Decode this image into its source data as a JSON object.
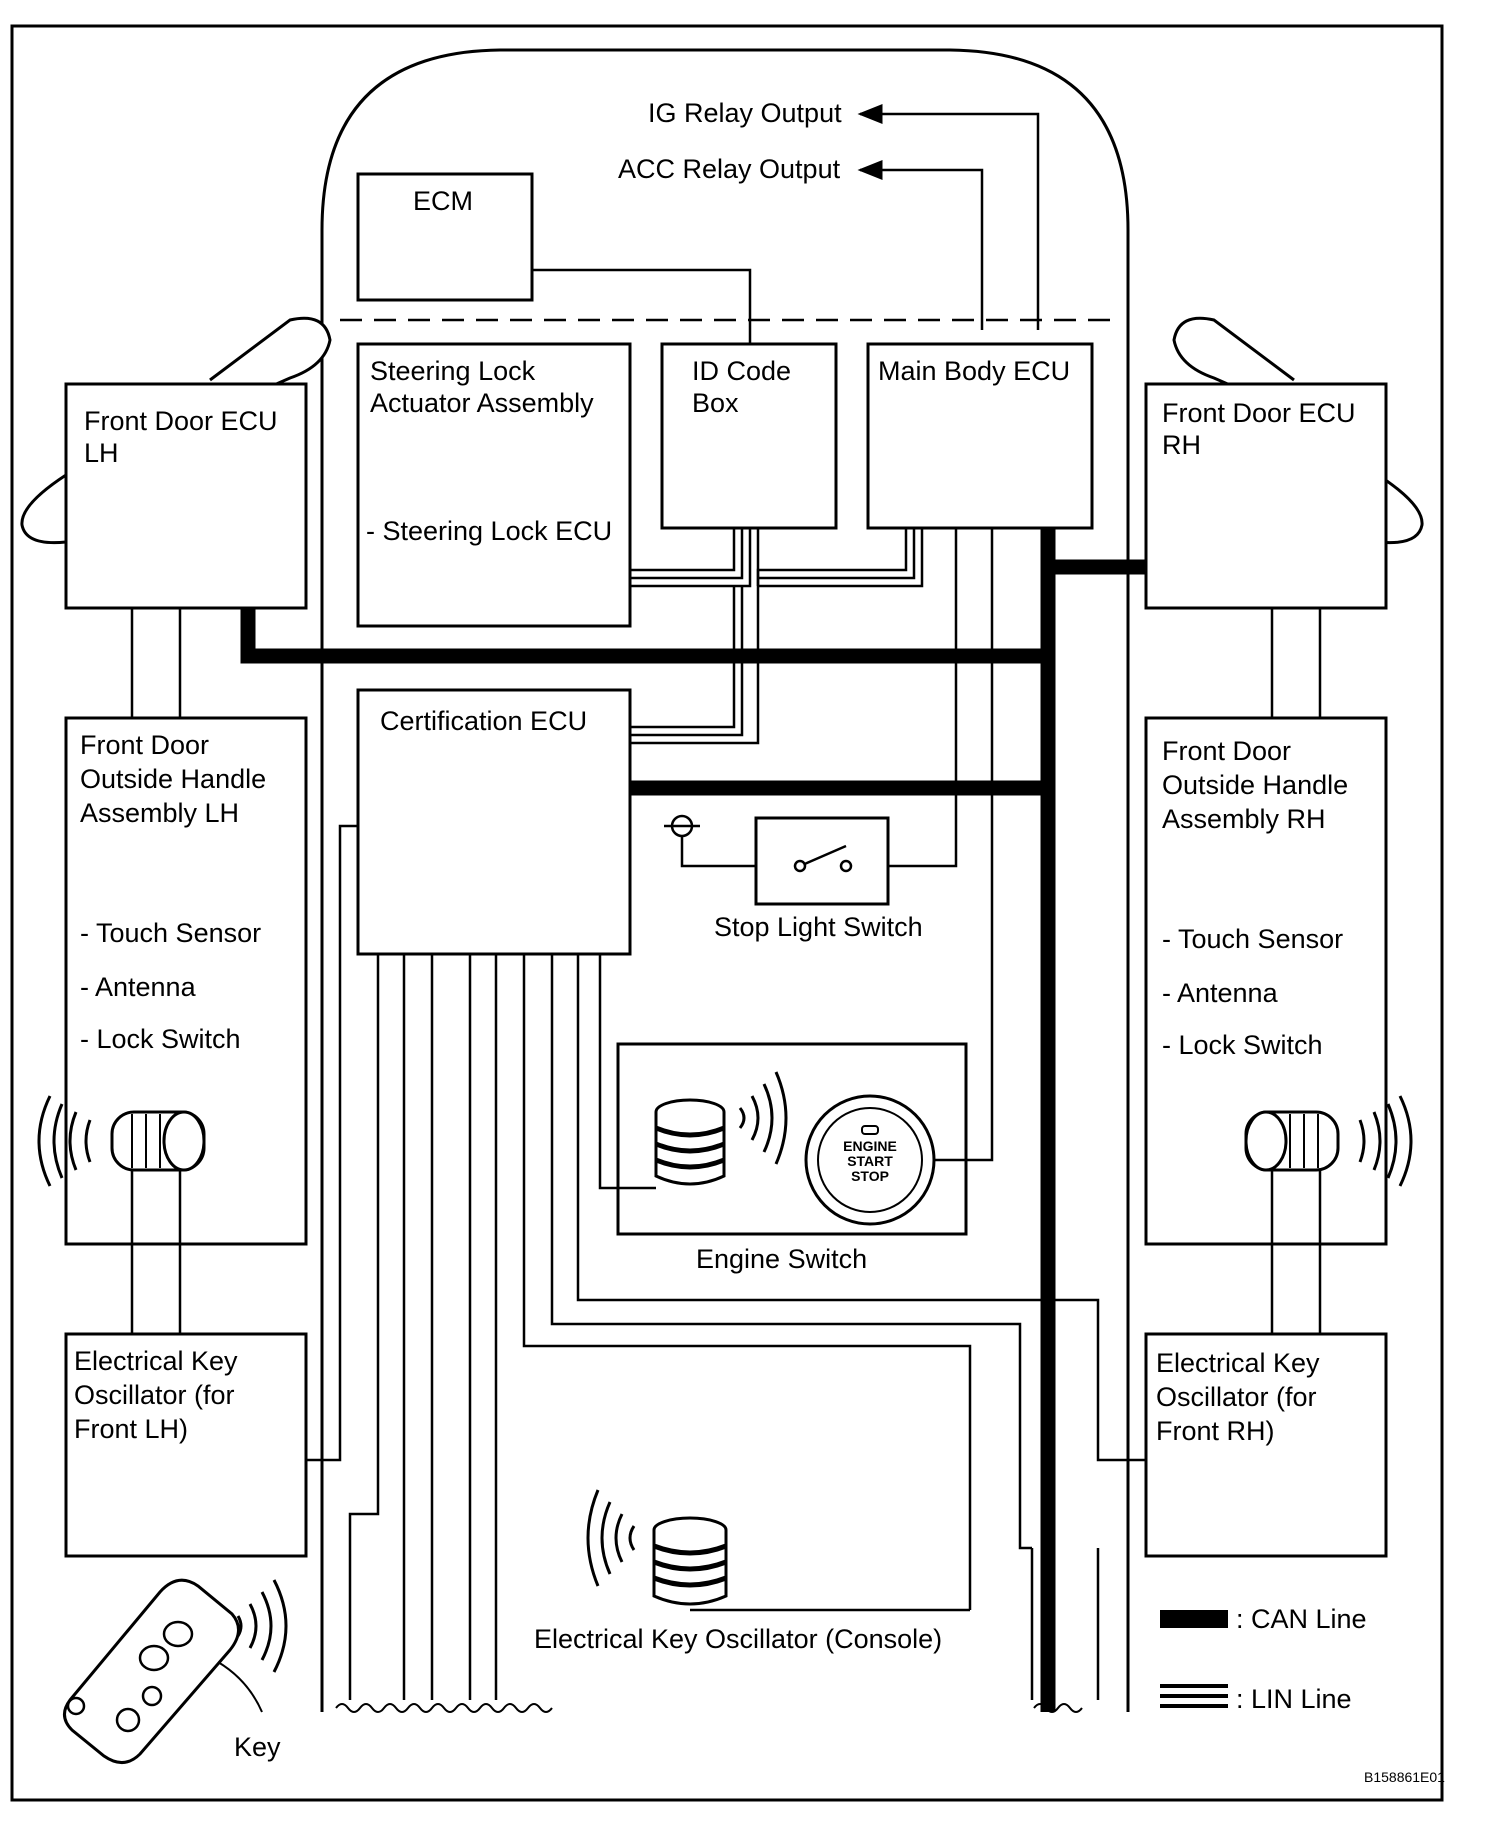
{
  "components": {
    "ecm": "ECM",
    "ig_relay": "IG Relay Output",
    "acc_relay": "ACC Relay Output",
    "steering_lock_line1": "Steering Lock",
    "steering_lock_line2": "Actuator Assembly",
    "steering_lock_sub": "- Steering Lock ECU",
    "id_code_line1": "ID Code",
    "id_code_line2": "Box",
    "main_body_ecu": "Main Body ECU",
    "front_door_ecu_lh_line1": "Front Door ECU",
    "front_door_ecu_lh_line2": "LH",
    "front_door_ecu_rh_line1": "Front Door ECU",
    "front_door_ecu_rh_line2": "RH",
    "certification_ecu": "Certification ECU",
    "handle_lh_line1": "Front Door",
    "handle_lh_line2": "Outside Handle",
    "handle_lh_line3": "Assembly LH",
    "handle_rh_line1": "Front Door",
    "handle_rh_line2": "Outside Handle",
    "handle_rh_line3": "Assembly RH",
    "touch_sensor": "- Touch Sensor",
    "antenna": "- Antenna",
    "lock_switch": "- Lock Switch",
    "stop_light_switch": "Stop Light Switch",
    "engine_switch": "Engine Switch",
    "push_button_line1": "ENGINE",
    "push_button_line2": "START",
    "push_button_line3": "STOP",
    "osc_lh_line1": "Electrical Key",
    "osc_lh_line2": "Oscillator (for",
    "osc_lh_line3": "Front LH)",
    "osc_rh_line1": "Electrical Key",
    "osc_rh_line2": "Oscillator (for",
    "osc_rh_line3": "Front RH)",
    "osc_console": "Electrical Key Oscillator (Console)",
    "key": "Key"
  },
  "legend": {
    "can": ": CAN Line",
    "lin": ": LIN Line"
  },
  "figure_id": "B158861E01"
}
